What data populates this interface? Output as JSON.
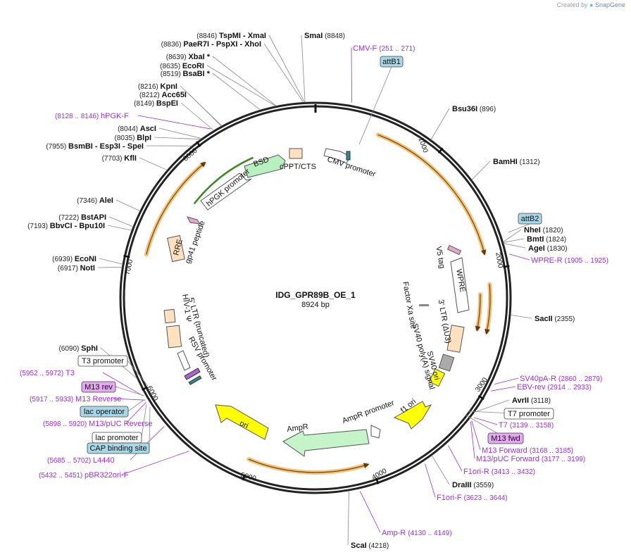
{
  "credit": {
    "prefix": "Created by",
    "brand": "SnapGene"
  },
  "plasmid": {
    "name": "IDG_GPR89B_OE_1",
    "length_label": "8924 bp",
    "length": 8924
  },
  "colors": {
    "primer": "#9b30d9",
    "backbone": "#222222",
    "highlight": "#f3c47a",
    "feature_green": "#b9f0c0",
    "feature_yellow": "#ffff00",
    "feature_peach": "#ffe0bf",
    "box_blue": "#a8d8e8",
    "box_purple": "#e4a8f0"
  },
  "ticks": [
    {
      "value": 1000,
      "label": "1000"
    },
    {
      "value": 2000,
      "label": "2000"
    },
    {
      "value": 3000,
      "label": "3000"
    },
    {
      "value": 4000,
      "label": "4000"
    },
    {
      "value": 5000,
      "label": "5000"
    },
    {
      "value": 6000,
      "label": "6000"
    },
    {
      "value": 7000,
      "label": "7000"
    },
    {
      "value": 8000,
      "label": "8000"
    }
  ],
  "enzymes": [
    {
      "bp": 8846,
      "pos": "(8846)",
      "names": [
        "TspMI",
        "- XmaI"
      ]
    },
    {
      "bp": 8848,
      "pos": "(8848)",
      "names": [
        "SmaI"
      ]
    },
    {
      "bp": 8836,
      "pos": "(8836)",
      "names": [
        "PaeR7I",
        "- PspXI",
        "- XhoI"
      ]
    },
    {
      "bp": 8639,
      "pos": "(8639)",
      "names": [
        "XbaI *"
      ]
    },
    {
      "bp": 8635,
      "pos": "(8635)",
      "names": [
        "EcoRI"
      ]
    },
    {
      "bp": 8519,
      "pos": "(8519)",
      "names": [
        "BsaBI *"
      ]
    },
    {
      "bp": 8216,
      "pos": "(8216)",
      "names": [
        "KpnI"
      ]
    },
    {
      "bp": 8212,
      "pos": "(8212)",
      "names": [
        "Acc65I"
      ]
    },
    {
      "bp": 8149,
      "pos": "(8149)",
      "names": [
        "BspEI"
      ]
    },
    {
      "bp": 8044,
      "pos": "(8044)",
      "names": [
        "AscI"
      ]
    },
    {
      "bp": 8035,
      "pos": "(8035)",
      "names": [
        "BlpI"
      ]
    },
    {
      "bp": 7955,
      "pos": "(7955)",
      "names": [
        "BsmBI",
        "- Esp3I",
        "- SpeI"
      ]
    },
    {
      "bp": 7703,
      "pos": "(7703)",
      "names": [
        "KflI"
      ]
    },
    {
      "bp": 7346,
      "pos": "(7346)",
      "names": [
        "AleI"
      ]
    },
    {
      "bp": 7222,
      "pos": "(7222)",
      "names": [
        "BstAPI"
      ]
    },
    {
      "bp": 7193,
      "pos": "(7193)",
      "names": [
        "BbvCI",
        "- Bpu10I"
      ]
    },
    {
      "bp": 6939,
      "pos": "(6939)",
      "names": [
        "EcoNI"
      ]
    },
    {
      "bp": 6917,
      "pos": "(6917)",
      "names": [
        "NotI"
      ]
    },
    {
      "bp": 6090,
      "pos": "(6090)",
      "names": [
        "SphI"
      ]
    },
    {
      "bp": 896,
      "pos": "(896)",
      "names": [
        "Bsu36I"
      ]
    },
    {
      "bp": 1312,
      "pos": "(1312)",
      "names": [
        "BamHI"
      ]
    },
    {
      "bp": 1820,
      "pos": "(1820)",
      "names": [
        "NheI"
      ]
    },
    {
      "bp": 1824,
      "pos": "(1824)",
      "names": [
        "BmtI"
      ]
    },
    {
      "bp": 1830,
      "pos": "(1830)",
      "names": [
        "AgeI"
      ]
    },
    {
      "bp": 2355,
      "pos": "(2355)",
      "names": [
        "SacII"
      ]
    },
    {
      "bp": 3118,
      "pos": "(3118)",
      "names": [
        "AvrII"
      ]
    },
    {
      "bp": 3559,
      "pos": "(3559)",
      "names": [
        "DraIII"
      ]
    },
    {
      "bp": 4218,
      "pos": "(4218)",
      "names": [
        "ScaI"
      ]
    }
  ],
  "primers": [
    {
      "name": "CMV-F",
      "range": "(251 .. 271)",
      "bp": 261
    },
    {
      "name": "hPGK-F",
      "range": "(8128 .. 8146)",
      "bp": 8137
    },
    {
      "name": "WPRE-R",
      "range": "(1905 .. 1925)",
      "bp": 1915
    },
    {
      "name": "SV40pA-R",
      "range": "(2860 .. 2879)",
      "bp": 2870
    },
    {
      "name": "EBV-rev",
      "range": "(2914 .. 2933)",
      "bp": 2924
    },
    {
      "name": "T7",
      "range": "(3139 .. 3158)",
      "bp": 3149
    },
    {
      "name": "M13 Forward",
      "range": "(3168 .. 3185)",
      "bp": 3177
    },
    {
      "name": "M13/pUC Forward",
      "range": "(3177 .. 3199)",
      "bp": 3188
    },
    {
      "name": "F1ori-R",
      "range": "(3413 .. 3432)",
      "bp": 3422
    },
    {
      "name": "F1ori-F",
      "range": "(3623 .. 3644)",
      "bp": 3633
    },
    {
      "name": "Amp-R",
      "range": "(4130 .. 4149)",
      "bp": 4140
    },
    {
      "name": "pBR322ori-F",
      "range": "(5432 .. 5451)",
      "bp": 5441
    },
    {
      "name": "L4440",
      "range": "(5685 .. 5702)",
      "bp": 5693
    },
    {
      "name": "M13/pUC Reverse",
      "range": "(5898 .. 5920)",
      "bp": 5909
    },
    {
      "name": "M13 Reverse",
      "range": "(5917 .. 5933)",
      "bp": 5925
    },
    {
      "name": "T3",
      "range": "(5952 .. 5972)",
      "bp": 5962
    }
  ],
  "boxed_labels": [
    {
      "text": "attB1",
      "style": "blue"
    },
    {
      "text": "attB2",
      "style": "blue"
    },
    {
      "text": "T7 promoter",
      "style": "white"
    },
    {
      "text": "M13 fwd",
      "style": "purple"
    },
    {
      "text": "T3 promoter",
      "style": "white"
    },
    {
      "text": "M13 rev",
      "style": "purple"
    },
    {
      "text": "lac operator",
      "style": "blue"
    },
    {
      "text": "lac promoter",
      "style": "white"
    },
    {
      "text": "CAP binding site",
      "style": "blue"
    }
  ],
  "features": [
    {
      "label": "CMV promoter"
    },
    {
      "label": "cPPT/CTS"
    },
    {
      "label": "BSD"
    },
    {
      "label": "hPGK promoter"
    },
    {
      "label": "gp41 peptide"
    },
    {
      "label": "RRE"
    },
    {
      "label": "V5 tag"
    },
    {
      "label": "WPRE"
    },
    {
      "label": "Factor Xa site"
    },
    {
      "label": "3' LTR (ΔU3)"
    },
    {
      "label": "SV40 poly(A) signal"
    },
    {
      "label": "SV40 ori"
    },
    {
      "label": "f1 ori"
    },
    {
      "label": "AmpR promoter"
    },
    {
      "label": "AmpR"
    },
    {
      "label": "ori"
    },
    {
      "label": "RSV promoter"
    },
    {
      "label": "5' LTR (truncated)"
    },
    {
      "label": "HIV-1 Ψ"
    }
  ]
}
